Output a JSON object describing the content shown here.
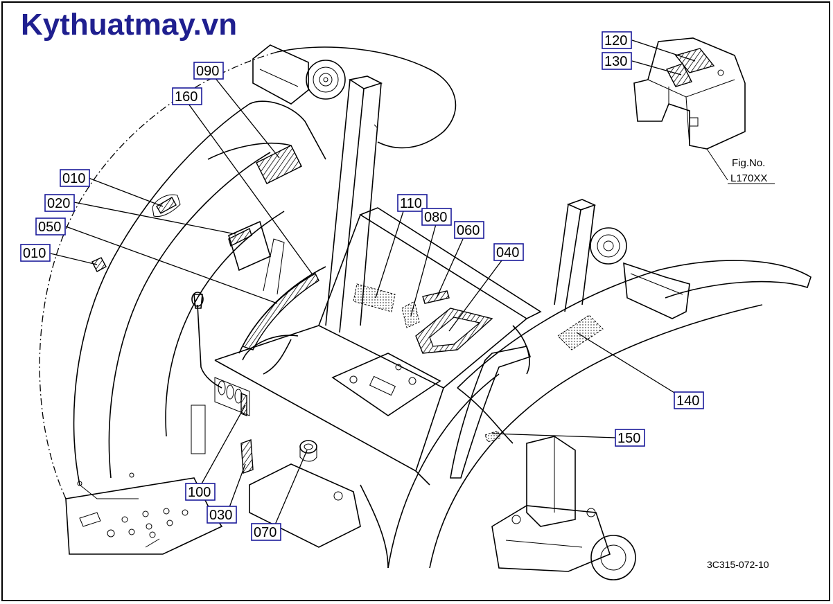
{
  "brand": {
    "text": "Kythuatmay.vn",
    "color": "#1f1f8f"
  },
  "figure": {
    "label": "Fig.No.",
    "number": "L170XX"
  },
  "drawing_code": "3C315-072-10",
  "callouts": [
    {
      "id": "c120",
      "label": "120"
    },
    {
      "id": "c130",
      "label": "130"
    },
    {
      "id": "c090",
      "label": "090"
    },
    {
      "id": "c160",
      "label": "160"
    },
    {
      "id": "c010a",
      "label": "010"
    },
    {
      "id": "c020",
      "label": "020"
    },
    {
      "id": "c050",
      "label": "050"
    },
    {
      "id": "c010b",
      "label": "010"
    },
    {
      "id": "c110",
      "label": "110"
    },
    {
      "id": "c080",
      "label": "080"
    },
    {
      "id": "c060",
      "label": "060"
    },
    {
      "id": "c040",
      "label": "040"
    },
    {
      "id": "c140",
      "label": "140"
    },
    {
      "id": "c150",
      "label": "150"
    },
    {
      "id": "c100",
      "label": "100"
    },
    {
      "id": "c030",
      "label": "030"
    },
    {
      "id": "c070",
      "label": "070"
    }
  ],
  "colors": {
    "frame": "#000000",
    "callout_border": "#1a1a9a"
  }
}
